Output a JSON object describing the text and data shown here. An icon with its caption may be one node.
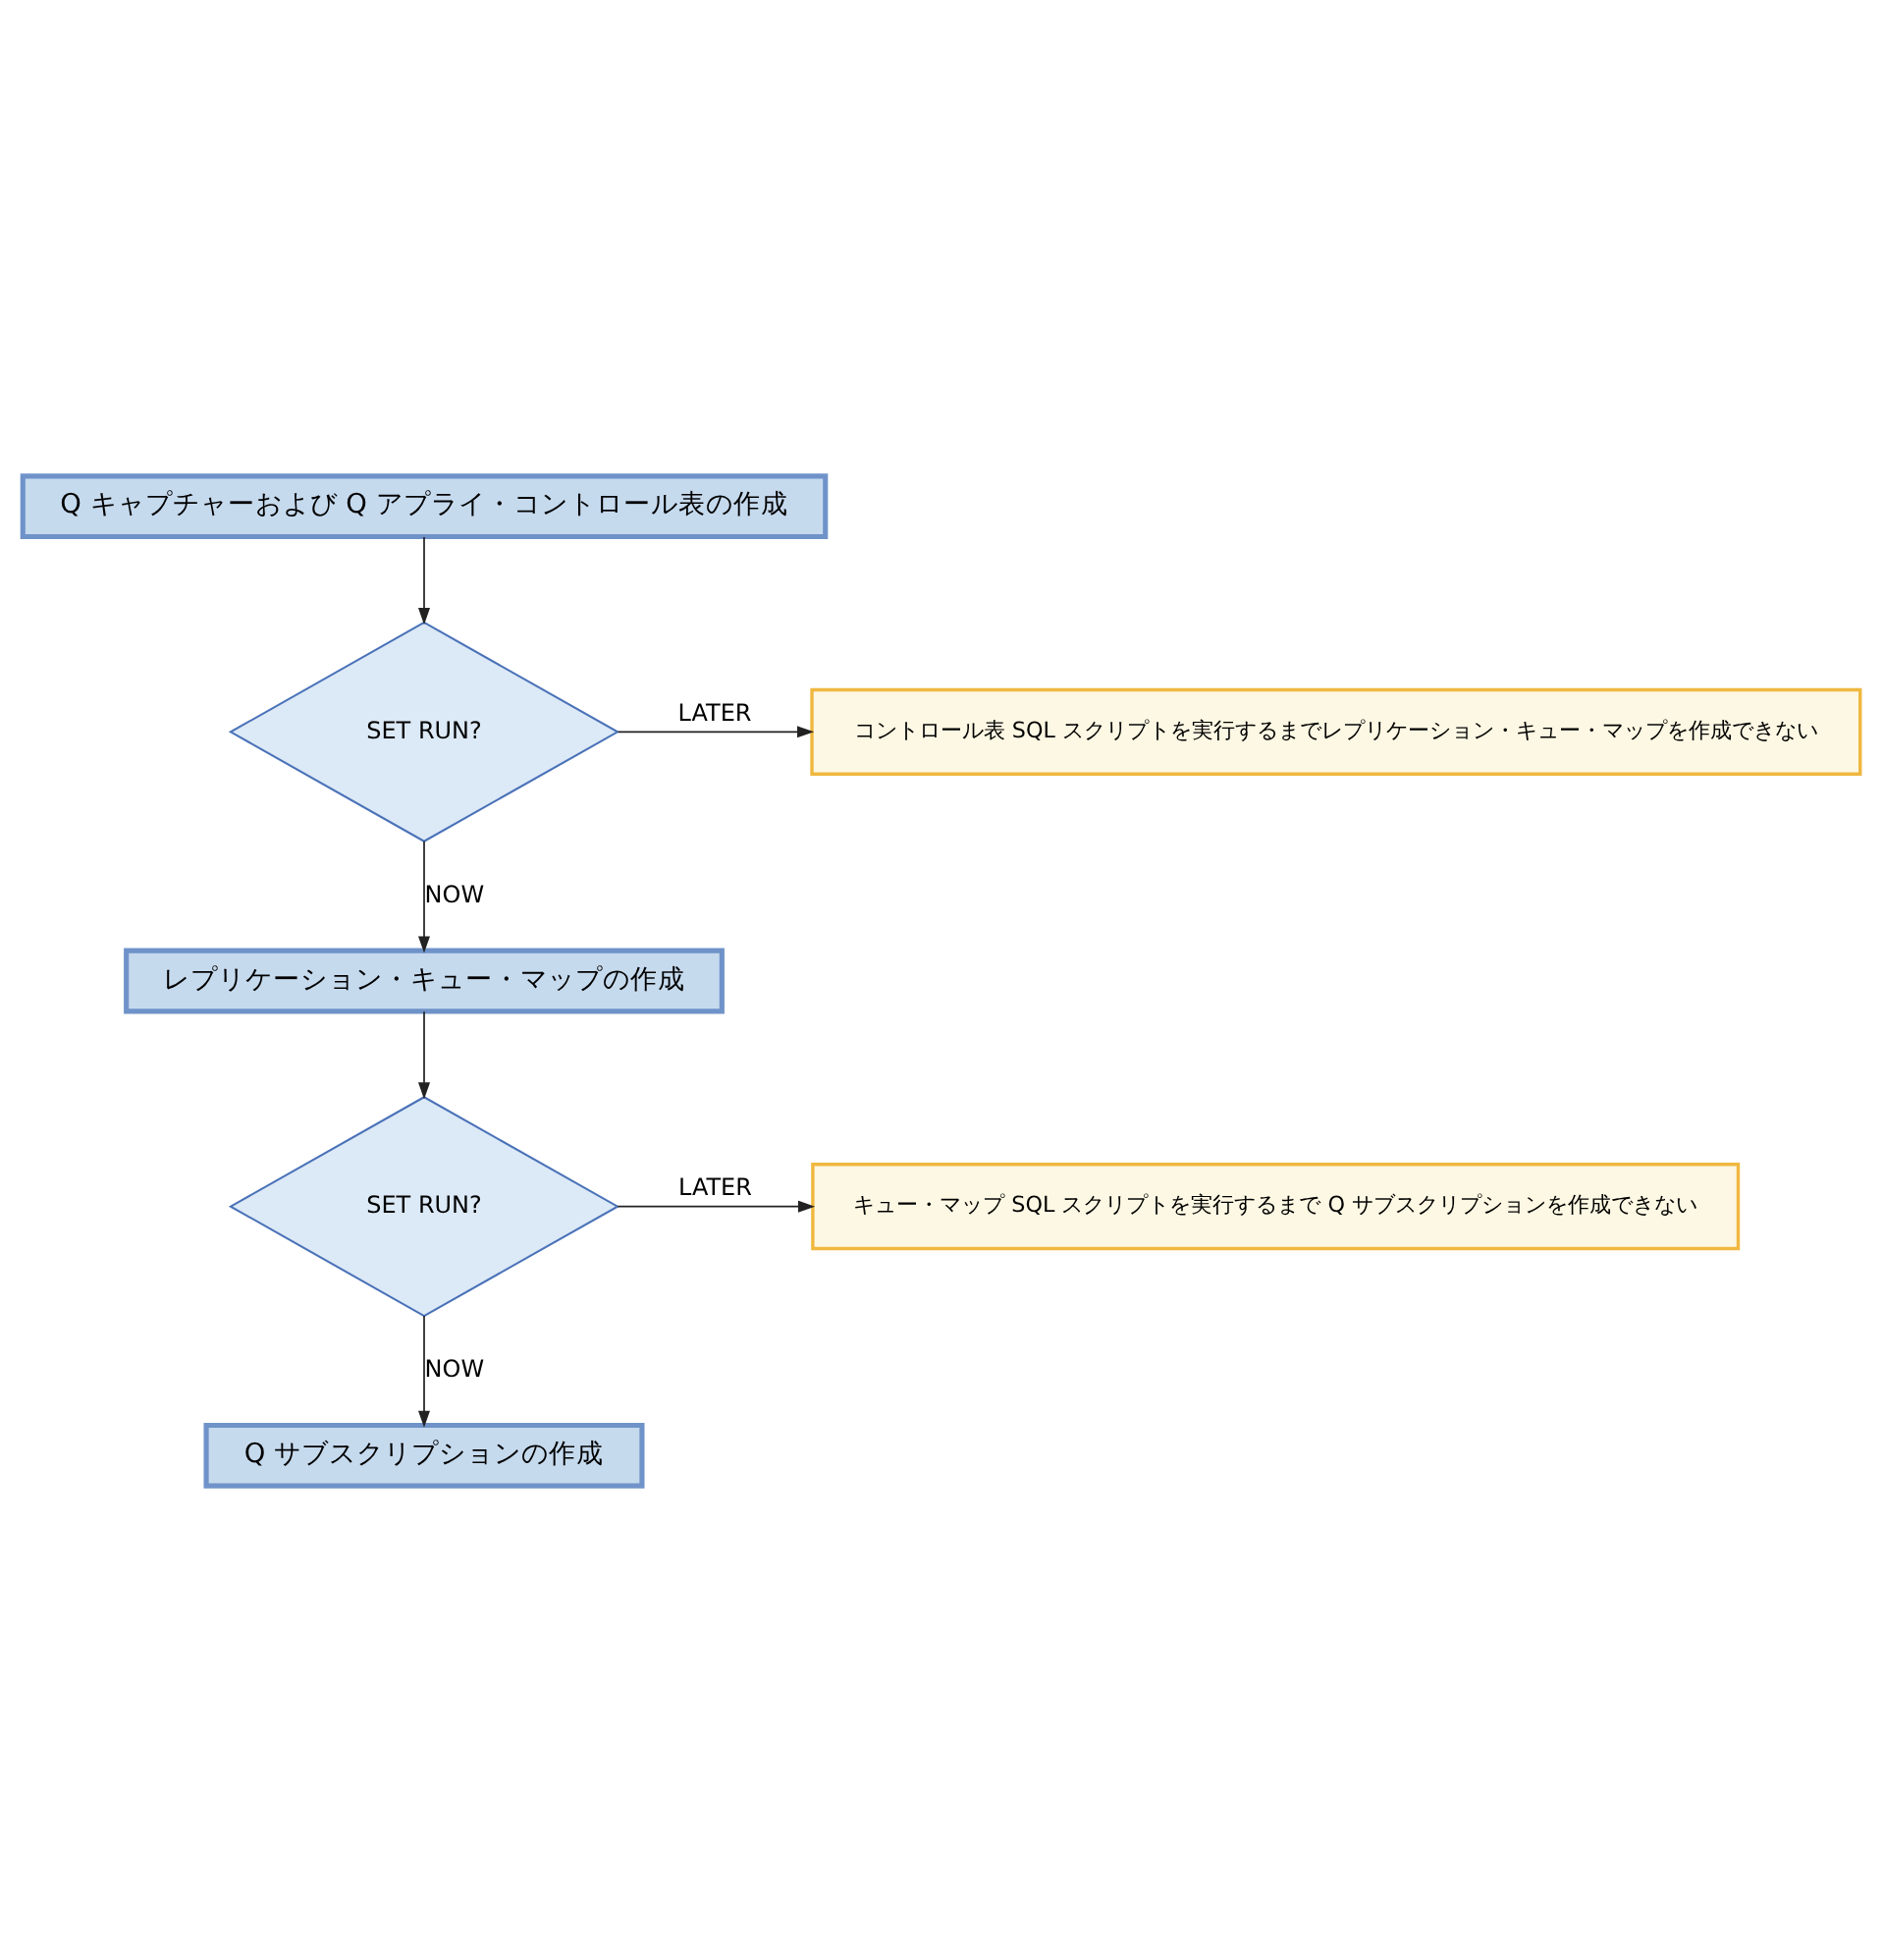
{
  "diagram": {
    "nodes": [
      {
        "text": [
          "Q キャプチャーおよび Q アプライ・コントロール表の作成"
        ]
      },
      {
        "text": [
          "SET RUN?"
        ]
      },
      {
        "text": [
          "コントロール表 SQL スクリプトを実行するまでレプリケーション・キュー・マップを作成できない"
        ]
      },
      {
        "text": [
          "レプリケーション・キュー・マップの作成"
        ]
      },
      {
        "text": [
          "SET RUN?"
        ]
      },
      {
        "text": [
          "キュー・マップ SQL スクリプトを実行するまで Q サブスクリプションを作成できない"
        ]
      },
      {
        "text": [
          "Q サブスクリプションの作成"
        ]
      }
    ],
    "edges": [
      {
        "from": 0,
        "to": 1,
        "arrow": "to"
      },
      {
        "from": 1,
        "to": 2,
        "arrow": "to",
        "label": "LATER"
      },
      {
        "from": 1,
        "to": 3,
        "arrow": "to",
        "label": "NOW"
      },
      {
        "from": 3,
        "to": 4,
        "arrow": "to"
      },
      {
        "from": 4,
        "to": 5,
        "arrow": "to",
        "label": "LATER"
      },
      {
        "from": 4,
        "to": 6,
        "arrow": "to",
        "label": "NOW"
      }
    ]
  }
}
